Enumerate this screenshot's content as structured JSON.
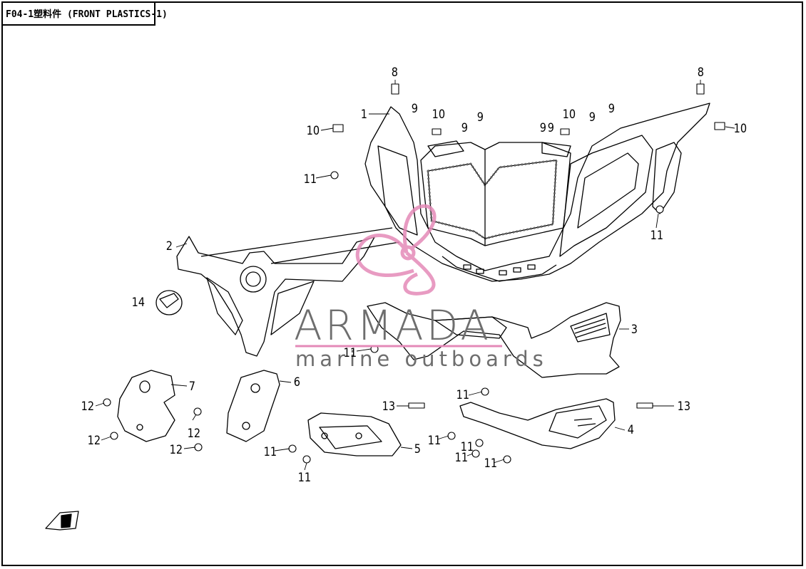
{
  "title": "F04-1塑料件 (FRONT PLASTICS-1)",
  "watermark": {
    "brand": "ARMADA",
    "tagline": "marine outboards",
    "accent_color": "#e48ab8",
    "text_color": "#6e6e6e"
  },
  "callouts": [
    "1",
    "2",
    "3",
    "4",
    "5",
    "6",
    "7",
    "8",
    "8",
    "9",
    "9",
    "9",
    "9",
    "9",
    "9",
    "9",
    "10",
    "10",
    "10",
    "10",
    "11",
    "11",
    "11",
    "11",
    "11",
    "11",
    "11",
    "11",
    "11",
    "11",
    "12",
    "12",
    "12",
    "12",
    "13",
    "13",
    "14"
  ],
  "icons": {
    "orientation_arrow": "front-direction-arrow-icon"
  }
}
